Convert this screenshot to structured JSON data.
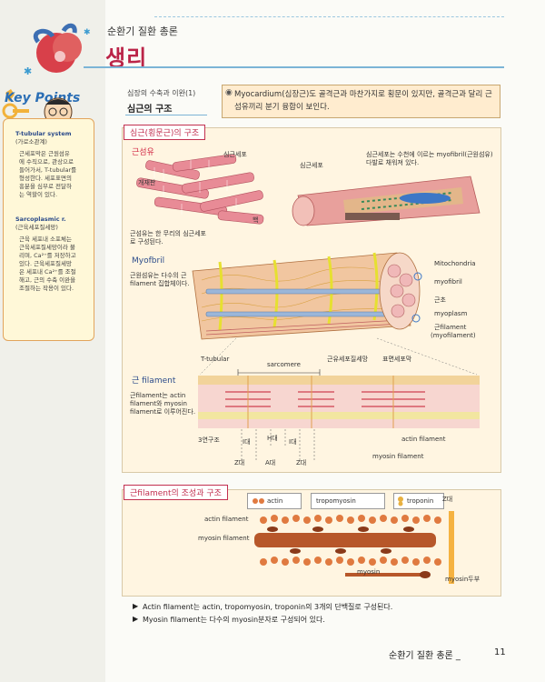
{
  "header": {
    "chapter": "순환기 질환 총론",
    "title": "생리"
  },
  "key_points": {
    "logo": "Key Points",
    "items": [
      {
        "term": "T-tubular system",
        "term_ko": "(가로소관계)",
        "lines": [
          "근세포막은 근원섬유",
          "에 수직으로, 관상으로",
          "들어가서, T-tubular를",
          "형성한다. 세포표면의",
          "흥분을 심부로 전달하",
          "는 역할이 있다."
        ]
      },
      {
        "term": "Sarcoplasmic r.",
        "term_ko": "(근육세포질세망)",
        "lines": [
          "근육 세포내 소포체는",
          "근육세포질세망이라 불",
          "리며, Ca²⁺를 저장하고",
          "있다. 근육세포질세망",
          "은 세포내 Ca²⁺를 조절",
          "해고, 근의 수축 이완을",
          "조절하는 작용이 있다."
        ]
      }
    ]
  },
  "section": {
    "label": "심장의 수축과 이완(1)",
    "title": "심근의 구조"
  },
  "note": "Myocardium(심장근)도 골격근과 마찬가지로 횡문이 있지만, 골격근과 달리 근섬유끼리 분기 융합이 보인다.",
  "note_bullet": "◉",
  "structure": {
    "tag": "심근(횡문근)의 구조",
    "muscle_fiber": {
      "title": "근섬유",
      "labels": [
        "심근세포",
        "개재판",
        "핵",
        "심근세포"
      ],
      "desc": [
        "근섬유는 한 무리의 심근세포",
        "로 구성된다."
      ],
      "side_desc": [
        "심근세포는 수천에 이르는 myofibril(근원섬유)",
        "다발로 채워져 있다."
      ]
    },
    "myofibril": {
      "title": "Myofbril",
      "desc": [
        "근원섬유는 다수의 근",
        "filament 집합체이다."
      ],
      "labels": [
        "Mitochondria",
        "myofibril",
        "근초",
        "myoplasm",
        "근filament",
        "(myofilament)",
        "T-tubular",
        "sarcomere",
        "근유세포질세망",
        "표면세포막"
      ]
    },
    "filament": {
      "title": "근 filament",
      "desc": [
        "근filament는 actin",
        "filament와 myosin",
        "filament로 이루어진다."
      ],
      "labels": [
        "3연구조",
        "Z대",
        "I대",
        "H대",
        "A대",
        "I대",
        "Z대",
        "actin filament",
        "myosin filament"
      ]
    }
  },
  "composition": {
    "tag": "근filament의 조성과 구조",
    "legend": [
      "actin",
      "tropomyosin",
      "troponin"
    ],
    "labels": [
      "Z대",
      "actin filament",
      "myosin filament",
      "myosin",
      "myosin두부"
    ]
  },
  "bullets": [
    "Actin filament는 actin, tropomyosin, troponin의 3개의 단백질로 구성된다.",
    "Myosin filament는 다수의 myosin분자로 구성되어 있다."
  ],
  "bullet_marker": "▶",
  "footer": {
    "chapter": "순환기 질환 총론 _",
    "page": "11"
  },
  "colors": {
    "accent_red": "#bb2448",
    "panel_bg": "#fff5e1",
    "note_bg": "#ffeccf",
    "muscle_pink": "#e88b96",
    "blue_rule": "#7bb4d6"
  }
}
